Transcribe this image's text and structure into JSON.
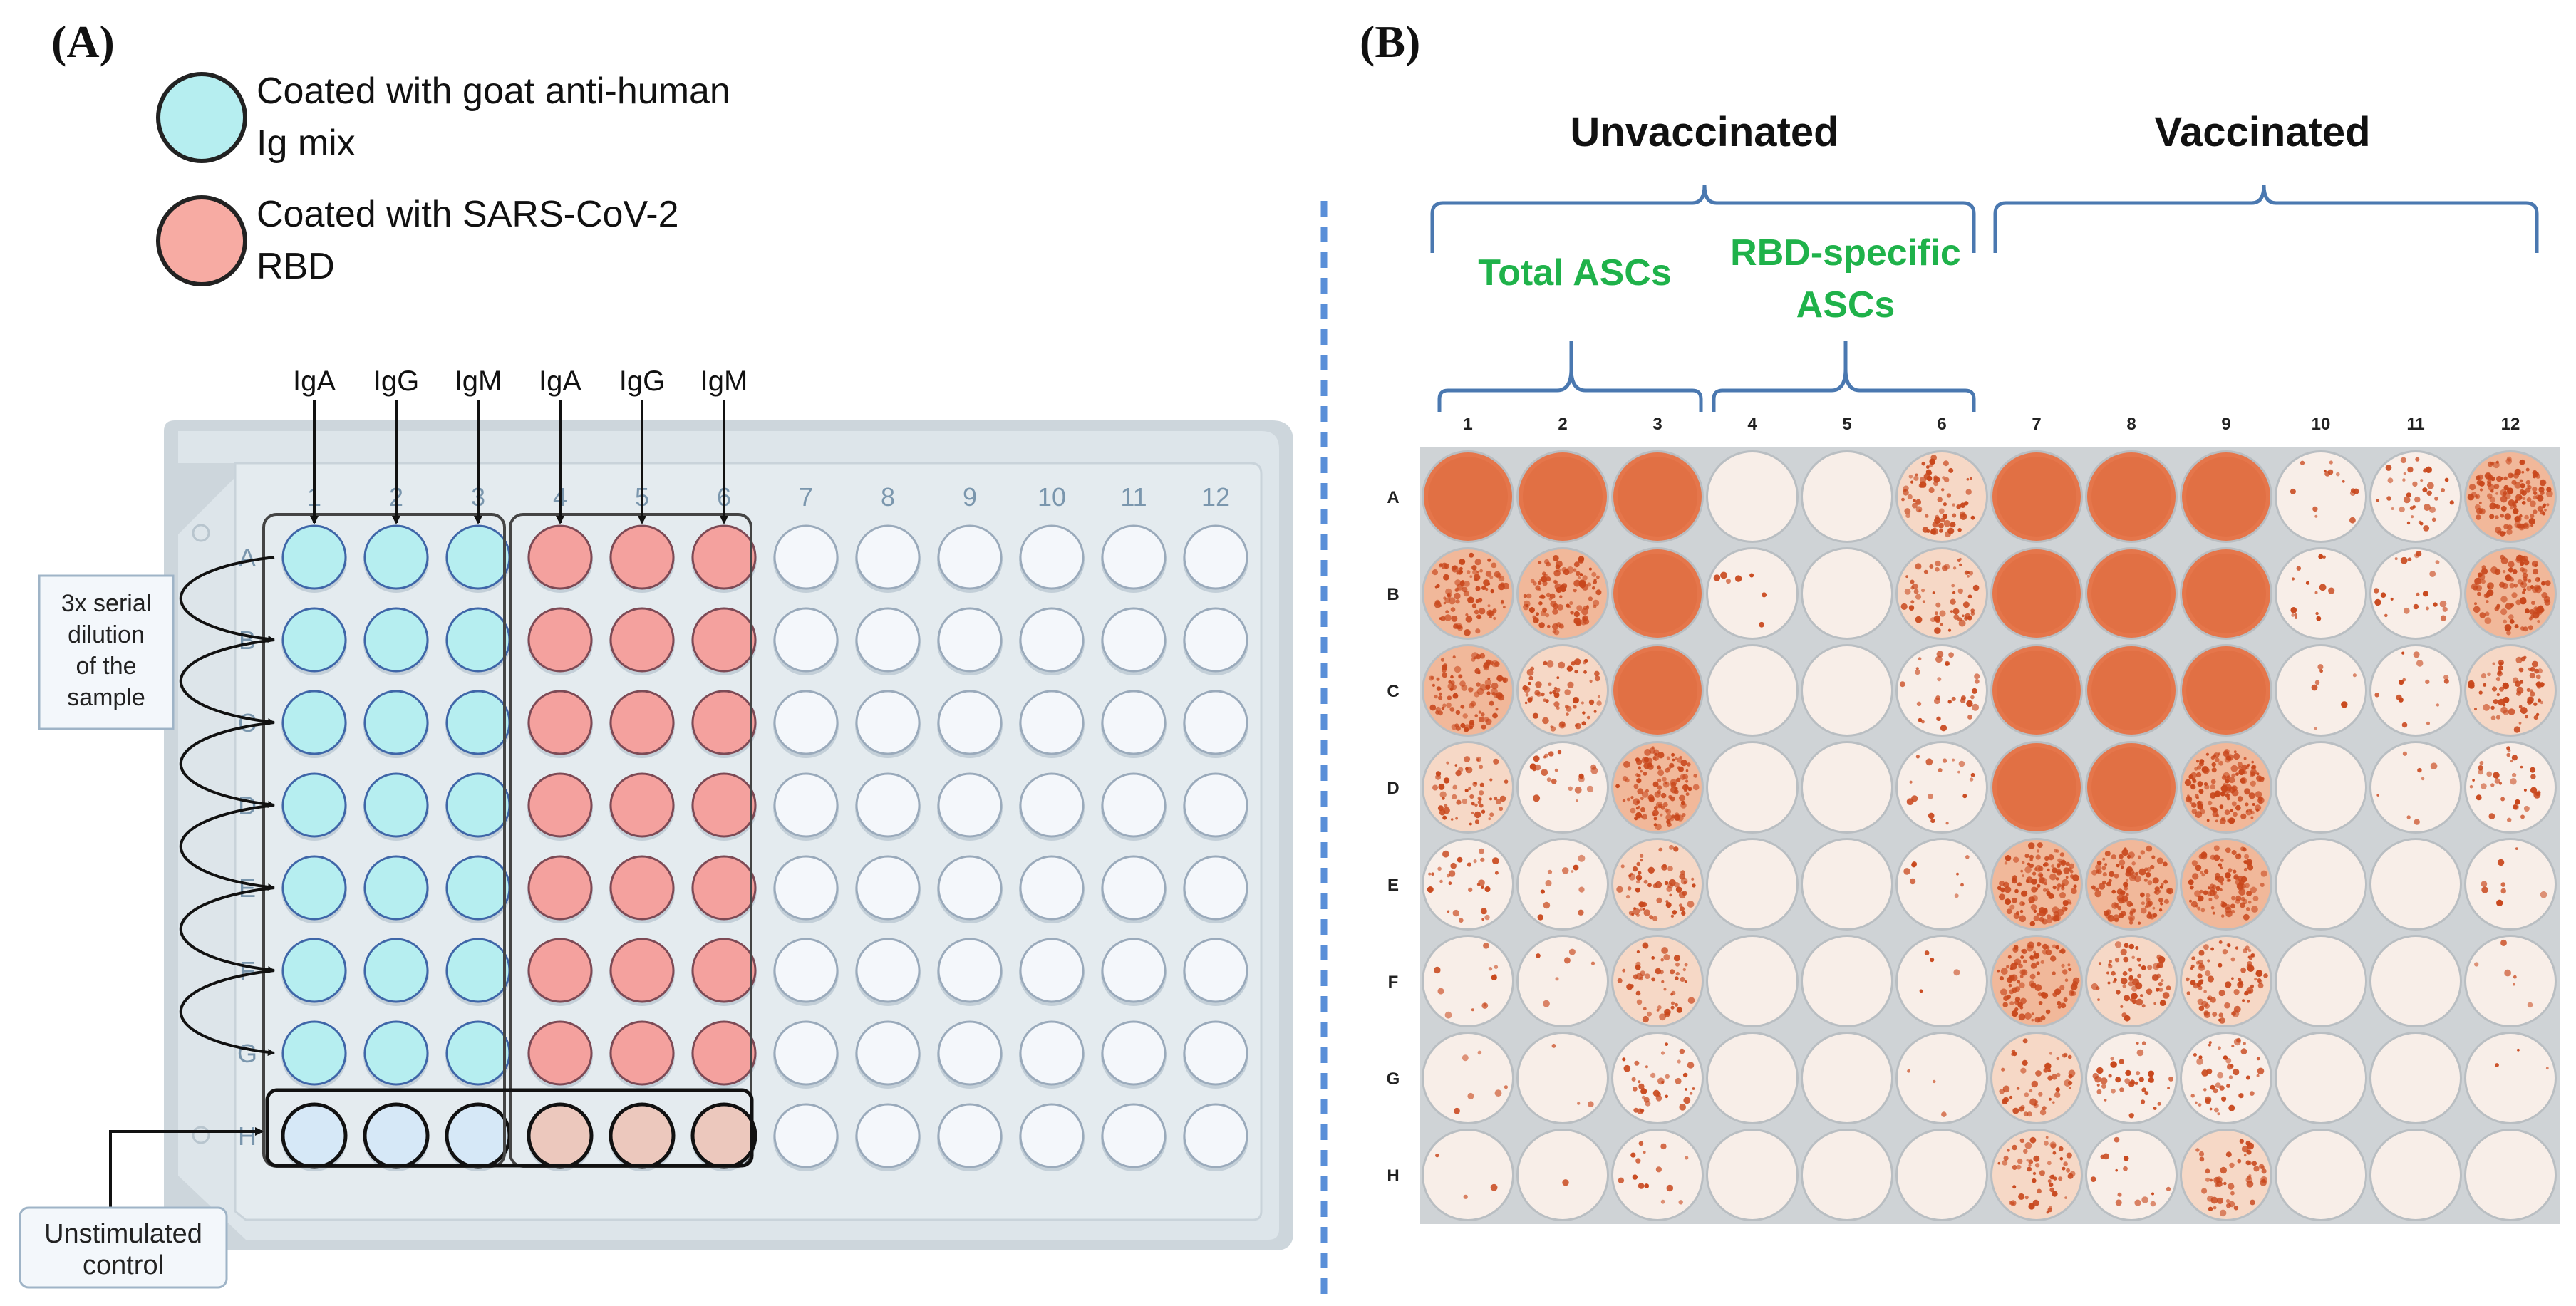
{
  "panel_a": {
    "label": "(A)",
    "legend": [
      {
        "lines": [
          "Coated with goat  anti-human",
          "Ig mix"
        ],
        "color": "#b6eef0"
      },
      {
        "lines": [
          "Coated with SARS-CoV-2",
          "RBD"
        ],
        "color": "#f7aba3"
      }
    ],
    "ig_labels": [
      "IgA",
      "IgG",
      "IgM",
      "IgA",
      "IgG",
      "IgM"
    ],
    "column_numbers": [
      "1",
      "2",
      "3",
      "4",
      "5",
      "6",
      "7",
      "8",
      "9",
      "10",
      "11",
      "12"
    ],
    "row_letters": [
      "A",
      "B",
      "C",
      "D",
      "E",
      "F",
      "G",
      "H"
    ],
    "dilution_callout": [
      "3x serial",
      "dilution",
      "of the",
      "sample"
    ],
    "control_callout": [
      "Unstimulated",
      "control"
    ],
    "colors": {
      "cyan_well": "#b6eef0",
      "red_well": "#f4a19e",
      "control_cyan": "#d6e8f7",
      "control_red": "#ecc8bd",
      "empty_well": "#f4f7fb",
      "plate": "#dfe7ec"
    }
  },
  "panel_b": {
    "label": "(B)",
    "groups": [
      "Unvaccinated",
      "Vaccinated"
    ],
    "subgroups": [
      [
        "Total ASCs"
      ],
      [
        "RBD-specific",
        "ASCs"
      ]
    ],
    "column_numbers": [
      "1",
      "2",
      "3",
      "4",
      "5",
      "6",
      "7",
      "8",
      "9",
      "10",
      "11",
      "12"
    ],
    "row_letters": [
      "A",
      "B",
      "C",
      "D",
      "E",
      "F",
      "G",
      "H"
    ],
    "spot_density": [
      [
        1.0,
        1.0,
        1.0,
        0.0,
        0.0,
        0.5,
        1.0,
        1.0,
        1.0,
        0.1,
        0.25,
        0.9
      ],
      [
        0.7,
        0.75,
        1.0,
        0.05,
        0.0,
        0.4,
        1.0,
        1.0,
        1.0,
        0.1,
        0.15,
        0.75
      ],
      [
        0.65,
        0.45,
        1.0,
        0.0,
        0.0,
        0.2,
        1.0,
        1.0,
        1.0,
        0.05,
        0.1,
        0.45
      ],
      [
        0.4,
        0.15,
        0.85,
        0.0,
        0.0,
        0.12,
        1.0,
        1.0,
        0.95,
        0.0,
        0.05,
        0.25
      ],
      [
        0.2,
        0.08,
        0.45,
        0.0,
        0.0,
        0.06,
        0.9,
        0.8,
        0.7,
        0.0,
        0.0,
        0.06
      ],
      [
        0.08,
        0.04,
        0.35,
        0.0,
        0.0,
        0.03,
        0.7,
        0.45,
        0.55,
        0.0,
        0.0,
        0.04
      ],
      [
        0.04,
        0.02,
        0.25,
        0.0,
        0.0,
        0.02,
        0.35,
        0.25,
        0.3,
        0.0,
        0.0,
        0.02
      ],
      [
        0.02,
        0.01,
        0.1,
        0.0,
        0.0,
        0.0,
        0.4,
        0.1,
        0.35,
        0.0,
        0.0,
        0.0
      ]
    ],
    "colors": {
      "spot": "#c8471c",
      "full": "#e5764b",
      "well_bg": "#f8eee8",
      "tray": "#cfd3d6"
    }
  },
  "divider_color": "#5a8fd8"
}
